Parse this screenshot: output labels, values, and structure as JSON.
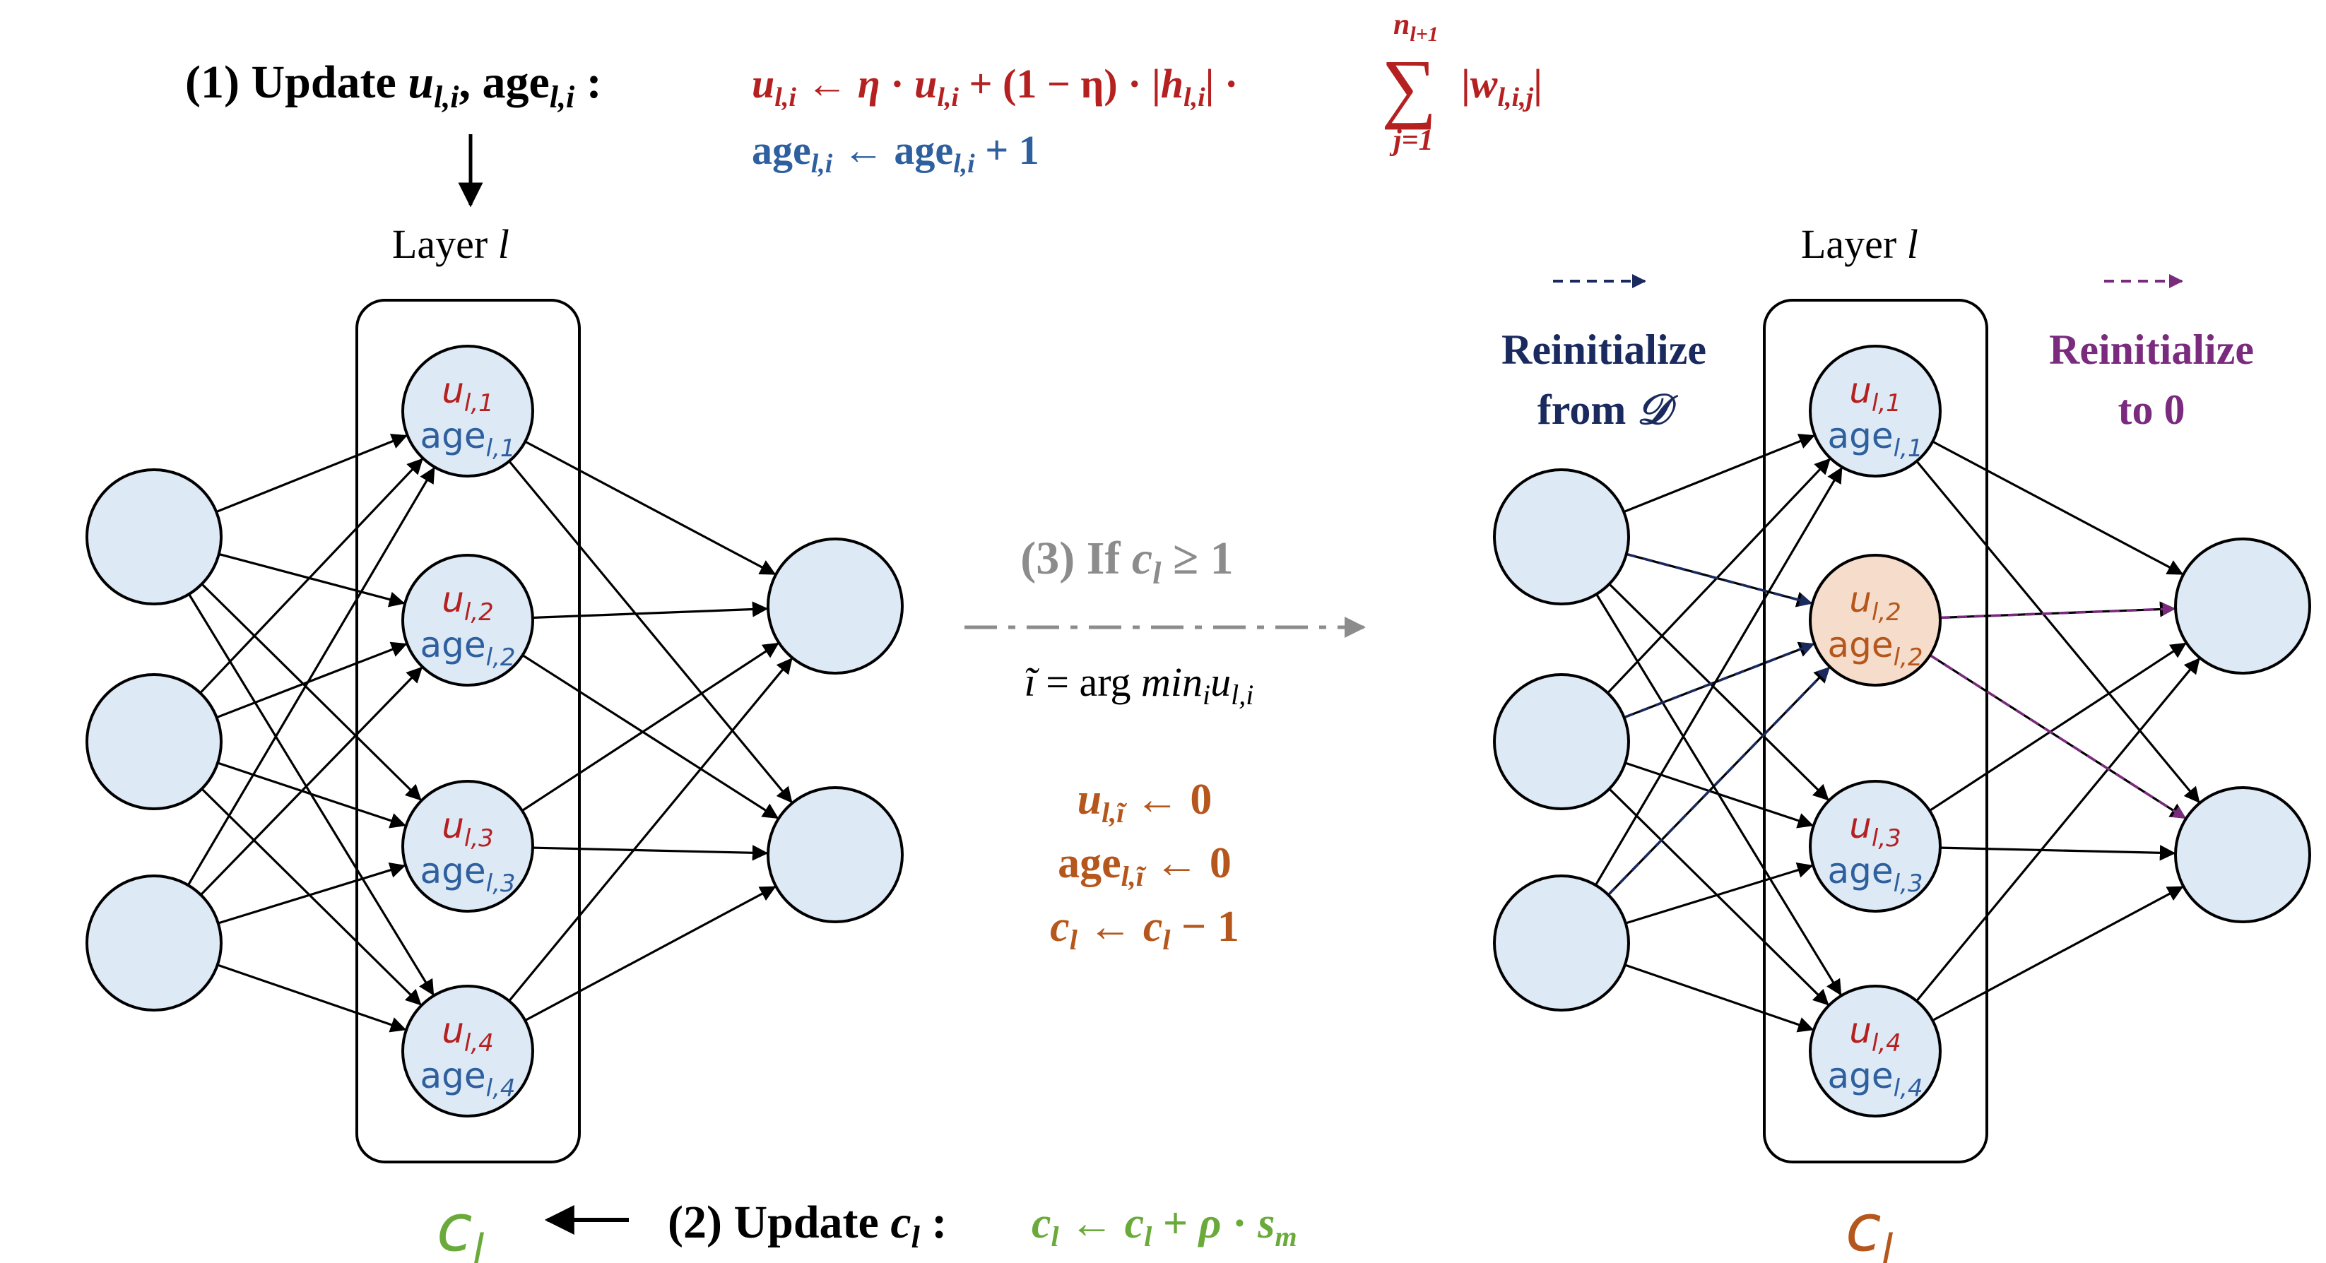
{
  "colors": {
    "red": "#b52020",
    "blue": "#2e5f9e",
    "navy": "#1a2a5e",
    "purple": "#7a2b7e",
    "orange": "#b5571c",
    "green": "#6aaa3a",
    "gray": "#8c8c8c",
    "node_fill": "#dde9f5",
    "node_highlight_fill": "#f6dccb",
    "black": "#000000"
  },
  "step1": {
    "label": "(1) Update ",
    "u_base": "u",
    "u_sub": "l,i",
    "sep": ", ",
    "age_base": "age",
    "age_sub": "l,i",
    "colon": " :",
    "formula_u": {
      "lhs": "u",
      "lhs_sub": "l,i",
      "arrow": " ← ",
      "eta1": "η",
      "dot1": " · ",
      "u2": "u",
      "u2_sub": "l,i",
      "plus": " + (1 − η) · ",
      "h_left_bar": "|",
      "h": "h",
      "h_sub": "l,i",
      "h_right_bar": "|",
      "dot2": " · ",
      "sum_symbol": "∑",
      "sum_upper_base": "n",
      "sum_upper_sub": "l+1",
      "sum_lower": "j=1",
      "w_left_bar": "|",
      "w": "w",
      "w_sub": "l,i,j",
      "w_right_bar": "|"
    },
    "formula_age": {
      "lhs": "age",
      "lhs_sub": "l,i",
      "arrow": " ← ",
      "rhs": "age",
      "rhs_sub": "l,i",
      "plus": " + 1"
    }
  },
  "layer_title": {
    "text": "Layer ",
    "var": "l"
  },
  "left_network": {
    "neurons": [
      {
        "u": "u",
        "u_sub": "l,1",
        "age": "age",
        "age_sub": "l,1"
      },
      {
        "u": "u",
        "u_sub": "l,2",
        "age": "age",
        "age_sub": "l,2"
      },
      {
        "u": "u",
        "u_sub": "l,3",
        "age": "age",
        "age_sub": "l,3"
      },
      {
        "u": "u",
        "u_sub": "l,4",
        "age": "age",
        "age_sub": "l,4"
      }
    ],
    "counter": {
      "base": "c",
      "sub": "l"
    }
  },
  "right_network": {
    "neurons": [
      {
        "u": "u",
        "u_sub": "l,1",
        "age": "age",
        "age_sub": "l,1"
      },
      {
        "u": "u",
        "u_sub": "l,2",
        "age": "age",
        "age_sub": "l,2",
        "highlighted": true
      },
      {
        "u": "u",
        "u_sub": "l,3",
        "age": "age",
        "age_sub": "l,3"
      },
      {
        "u": "u",
        "u_sub": "l,4",
        "age": "age",
        "age_sub": "l,4"
      }
    ],
    "counter": {
      "base": "c",
      "sub": "l"
    }
  },
  "legend": {
    "from_d_line1": "Reinitialize",
    "from_d_line2": "from ",
    "from_d_symbol": "𝒟",
    "to_zero_line1": "Reinitialize",
    "to_zero_line2": "to 0"
  },
  "step3": {
    "label": "(3) If ",
    "c": "c",
    "c_sub": "l",
    "cond": " ≥ 1",
    "argmin": {
      "i_tilde": "ĩ",
      "eq": " = arg ",
      "min": "min",
      "min_sub": "i",
      "u": "u",
      "u_sub": "l,i"
    },
    "reset_u": {
      "base": "u",
      "sub": "l,ĩ",
      "rest": " ← 0"
    },
    "reset_age": {
      "base": "age",
      "sub": "l,ĩ",
      "rest": " ← 0"
    },
    "reset_c": {
      "base": "c",
      "sub": "l",
      "mid": " ← ",
      "base2": "c",
      "sub2": "l",
      "rest": " − 1"
    }
  },
  "step2": {
    "label": "(2) Update ",
    "c": "c",
    "c_sub": "l",
    "colon": " : ",
    "formula": {
      "lhs": "c",
      "lhs_sub": "l",
      "arrow": " ← ",
      "c2": "c",
      "c2_sub": "l",
      "plus": " + ",
      "rho": "ρ",
      "dot": " · ",
      "s": "s",
      "s_sub": "m"
    }
  }
}
